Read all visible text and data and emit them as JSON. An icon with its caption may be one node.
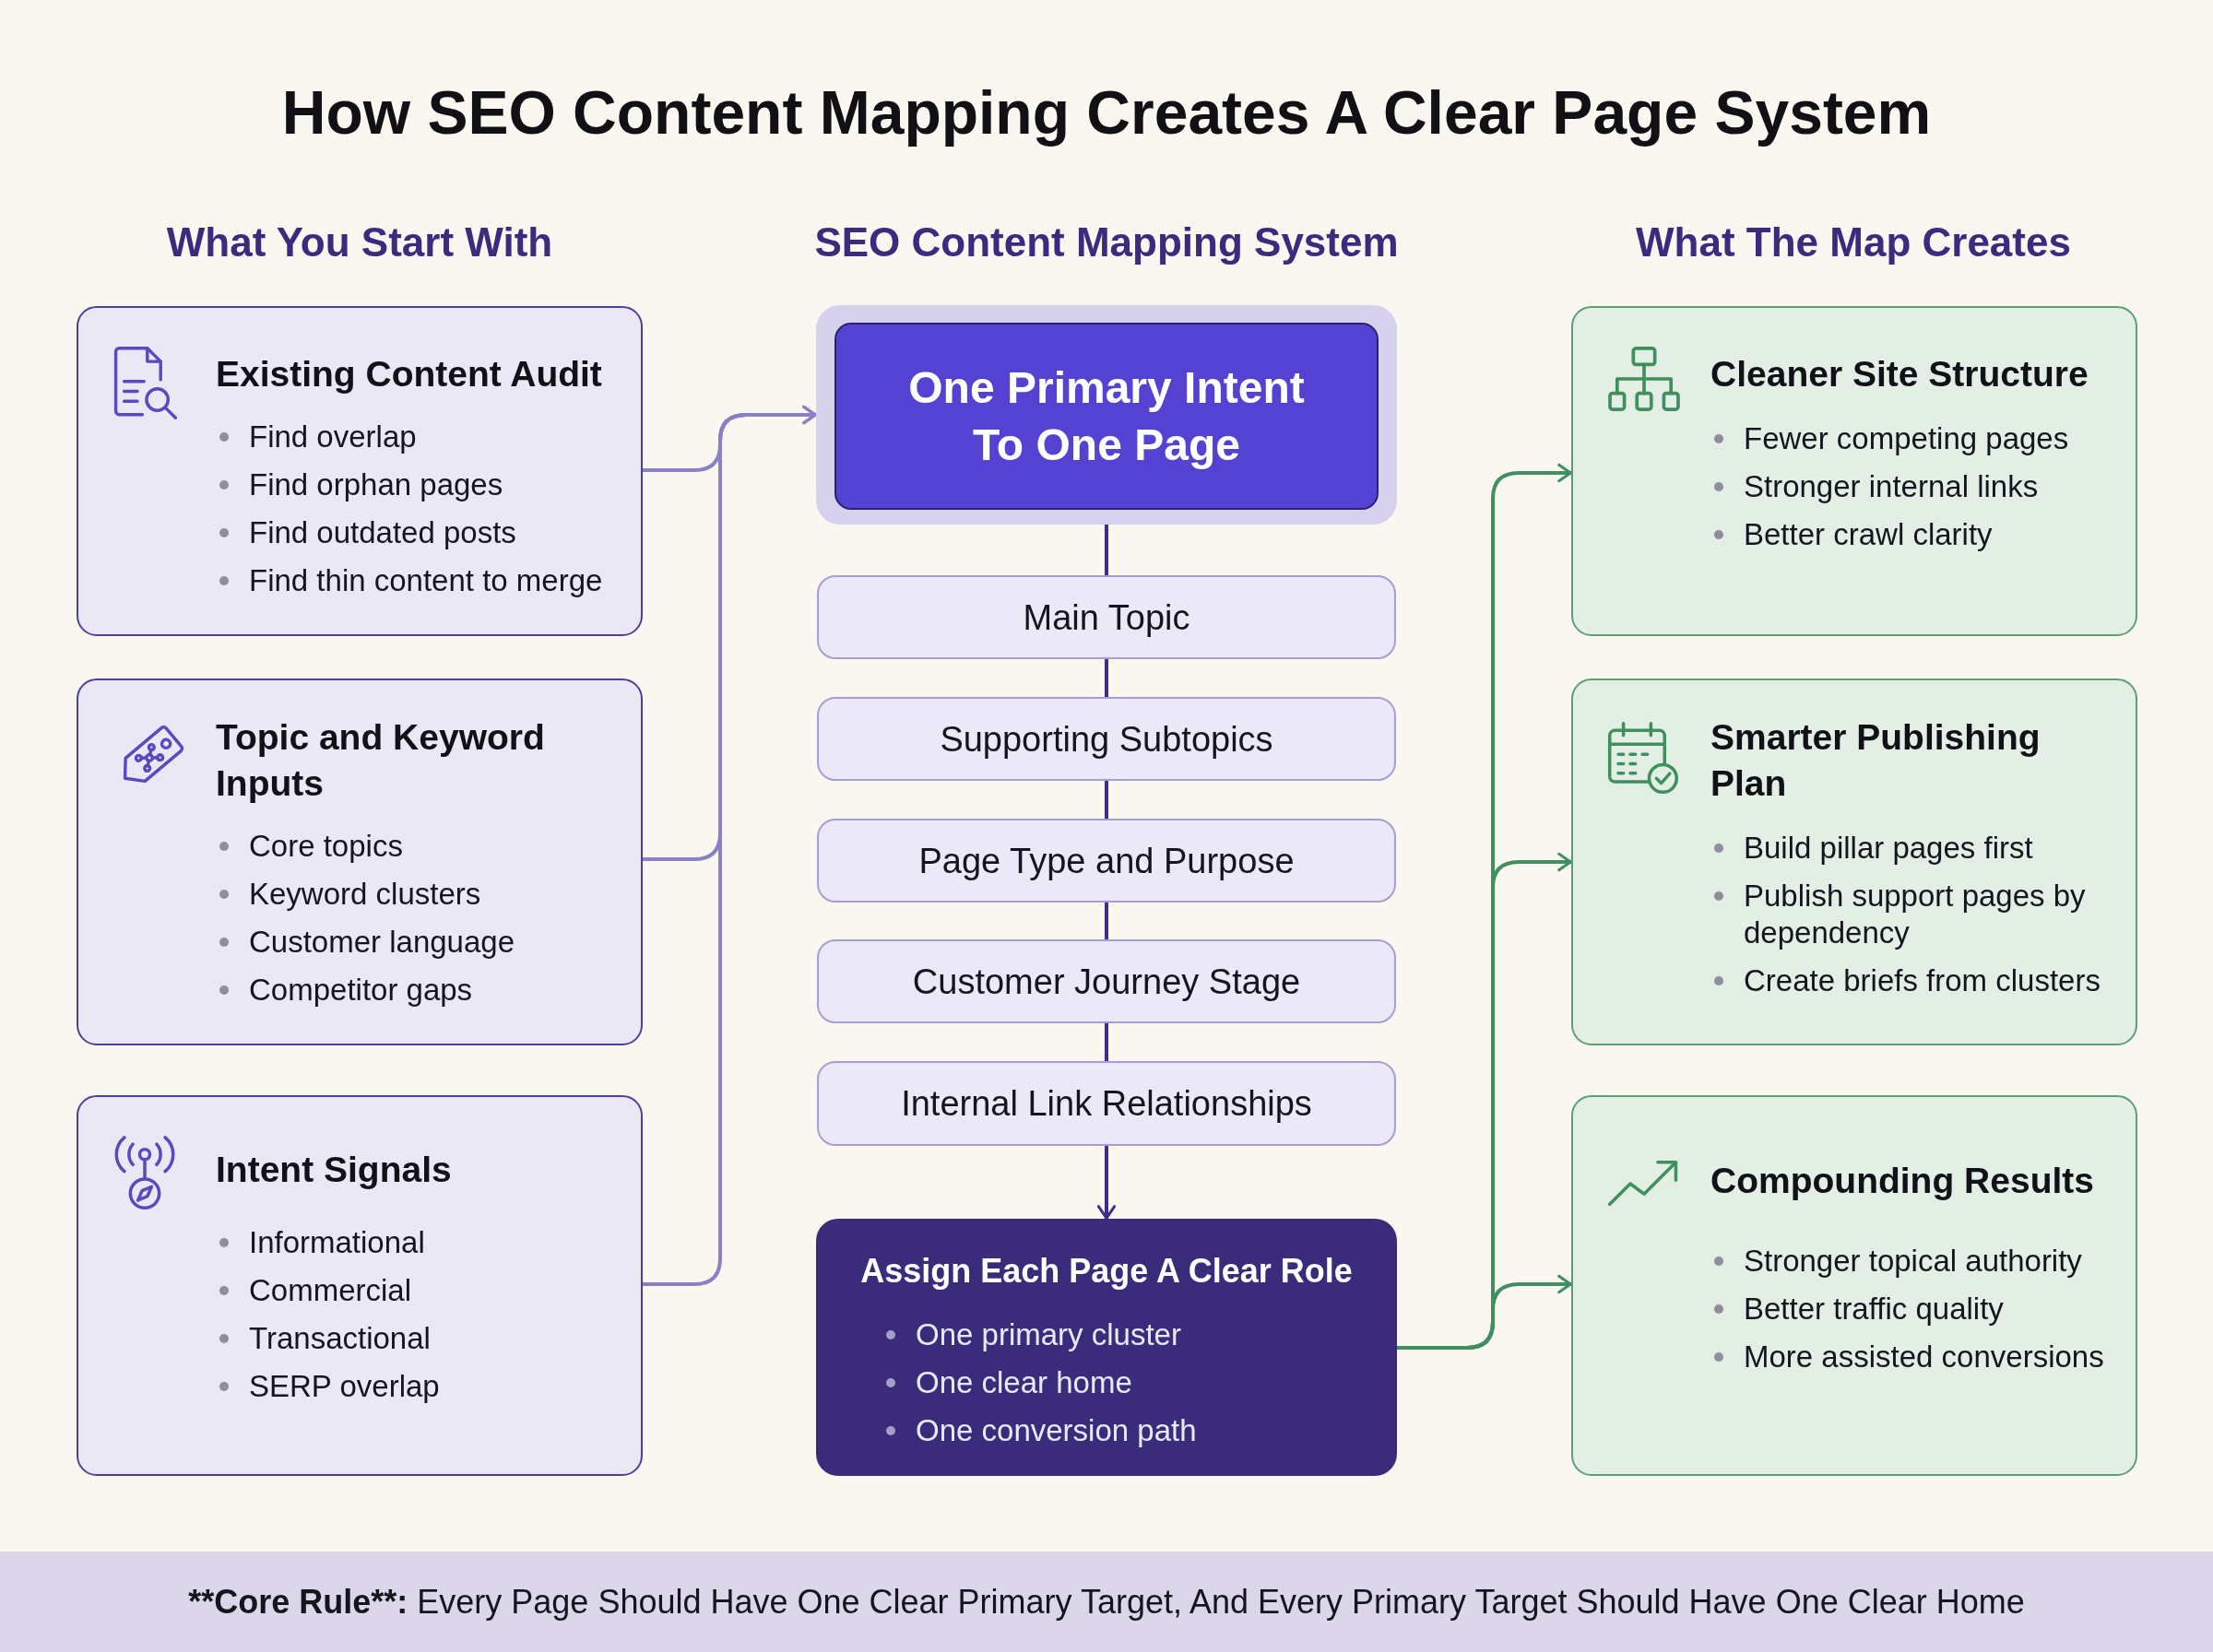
{
  "diagram": {
    "title": "How SEO Content Mapping Creates A Clear Page System",
    "nodes": [
      {
        "text": [
          "Existing Content Audit",
          "Find overlap",
          "Find orphan pages",
          "Find outdated posts",
          "Find thin content to merge"
        ]
      },
      {
        "text": [
          "Topic and Keyword Inputs",
          "Core topics",
          "Keyword clusters",
          "Customer language",
          "Competitor gaps"
        ]
      },
      {
        "text": [
          "Intent Signals",
          "Informational",
          "Commercial",
          "Transactional",
          "SERP overlap"
        ]
      },
      {
        "text": [
          "One Primary Intent To One Page"
        ]
      },
      {
        "text": [
          "Main Topic"
        ]
      },
      {
        "text": [
          "Supporting Subtopics"
        ]
      },
      {
        "text": [
          "Page Type and Purpose"
        ]
      },
      {
        "text": [
          "Customer Journey Stage"
        ]
      },
      {
        "text": [
          "Internal Link Relationships"
        ]
      },
      {
        "text": [
          "Assign Each Page A Clear Role",
          "One primary cluster",
          "One clear home",
          "One conversion path"
        ]
      },
      {
        "text": [
          "Cleaner Site Structure",
          "Fewer competing pages",
          "Stronger internal links",
          "Better crawl clarity"
        ]
      },
      {
        "text": [
          "Smarter Publishing Plan",
          "Build pillar pages first",
          "Publish support pages by dependency",
          "Create briefs from clusters"
        ]
      },
      {
        "text": [
          "Compounding Results",
          "Stronger topical authority",
          "Better traffic quality",
          "More assisted conversions"
        ]
      },
      {
        "text": [
          "**Core Rule**:",
          "Every Page Should Have One Clear Primary Target, And Every Primary Target Should Have One Clear Home"
        ]
      }
    ],
    "edges": [
      {
        "from": 0,
        "to": 3,
        "arrow": "to",
        "color": "#8a80c6"
      },
      {
        "from": 1,
        "to": 3,
        "arrow": "to",
        "color": "#8a80c6"
      },
      {
        "from": 2,
        "to": 3,
        "arrow": "to",
        "color": "#8a80c6"
      },
      {
        "from": 3,
        "to": 4,
        "arrow": "none"
      },
      {
        "from": 4,
        "to": 5,
        "arrow": "none"
      },
      {
        "from": 5,
        "to": 6,
        "arrow": "none"
      },
      {
        "from": 6,
        "to": 7,
        "arrow": "none"
      },
      {
        "from": 7,
        "to": 8,
        "arrow": "none"
      },
      {
        "from": 8,
        "to": 9,
        "arrow": "to"
      },
      {
        "from": 9,
        "to": 10,
        "arrow": "to",
        "color": "#3f8f60"
      },
      {
        "from": 9,
        "to": 11,
        "arrow": "to",
        "color": "#3f8f60"
      },
      {
        "from": 9,
        "to": 12,
        "arrow": "to",
        "color": "#3f8f60"
      }
    ],
    "labels": [
      "What You Start With",
      "SEO Content Mapping System",
      "What The Map Creates"
    ]
  }
}
